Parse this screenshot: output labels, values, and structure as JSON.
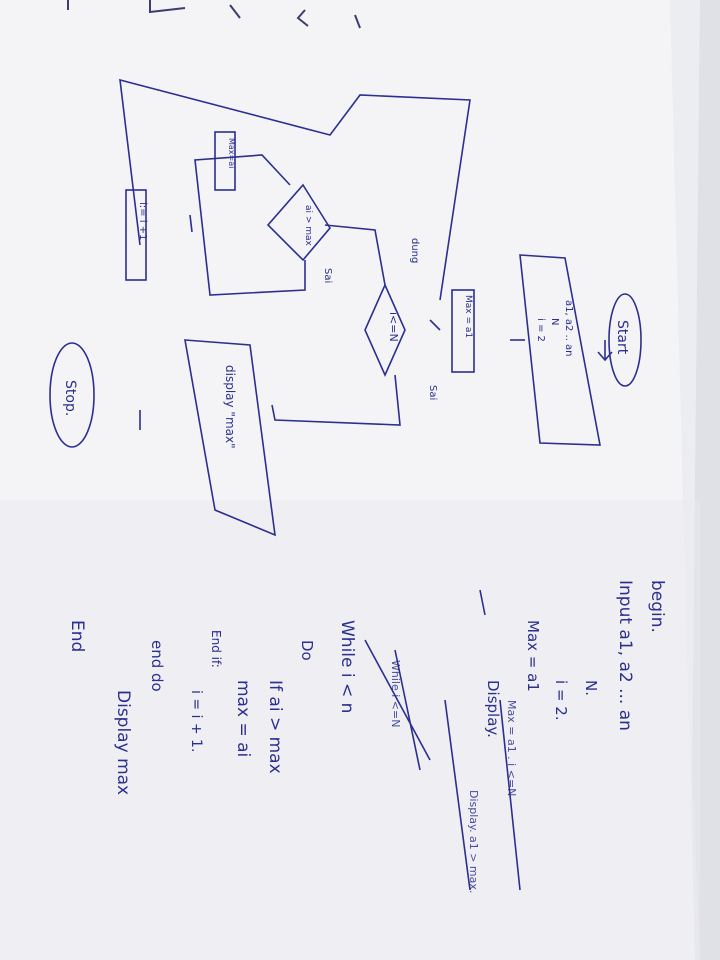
{
  "photo": {
    "ink_color": "#2b2f8f",
    "paper_color": "#f4f4f7",
    "shadow_color": "#c9ccd4"
  },
  "flowchart": {
    "start": "Start",
    "input": [
      "a1, a2 .. an",
      "N",
      "i = 2"
    ],
    "init": "Max = a1",
    "condition_loop": "i<=N",
    "condition_loop_yes": "dung",
    "condition_loop_no": "Sai",
    "condition_compare": "ai > max",
    "condition_compare_no": "Sai",
    "assign": "Max=ai",
    "increment": "i:= i +1",
    "output": "display \"max\"",
    "stop": "Stop."
  },
  "pseudocode": {
    "lines": [
      "begin.",
      "Input a1, a2 ... an",
      "N.",
      "i = 2.",
      "Max = a1",
      "Display.",
      "While i < n",
      "Do",
      "If ai > max",
      "max = ai",
      "End if:",
      "i = i + 1.",
      "end do",
      "Display max",
      "End"
    ],
    "crossed_out": [
      "Max = a1 . i <=N",
      "Display. a1 > max.",
      "While i <=N"
    ]
  }
}
